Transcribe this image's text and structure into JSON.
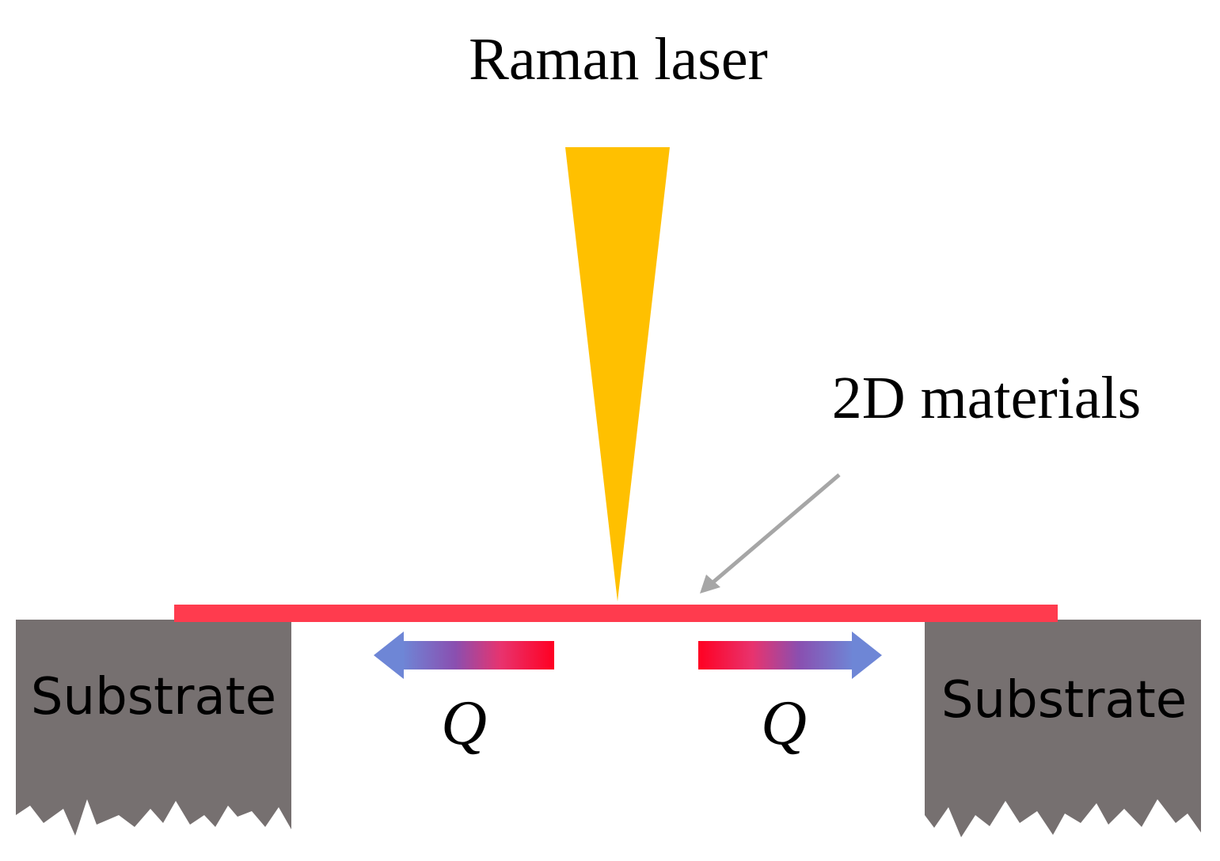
{
  "labels": {
    "laser": "Raman laser",
    "material": "2D materials",
    "substrate_left": "Substrate",
    "substrate_right": "Substrate",
    "heat_left": "Q",
    "heat_right": "Q"
  },
  "colors": {
    "laser_beam": "#FFC000",
    "material_layer": "#FF3B4E",
    "substrate": "#767070",
    "pointer_arrow": "#A6A6A6",
    "heat_hot": "#FF0022",
    "heat_mid": "#E8336E",
    "heat_cold": "#6E86D6",
    "text": "#000000"
  },
  "icons": {
    "beam": "laser-beam-shape",
    "pointer": "pointer-arrow-icon",
    "heat_flow": "gradient-arrow-icon"
  }
}
